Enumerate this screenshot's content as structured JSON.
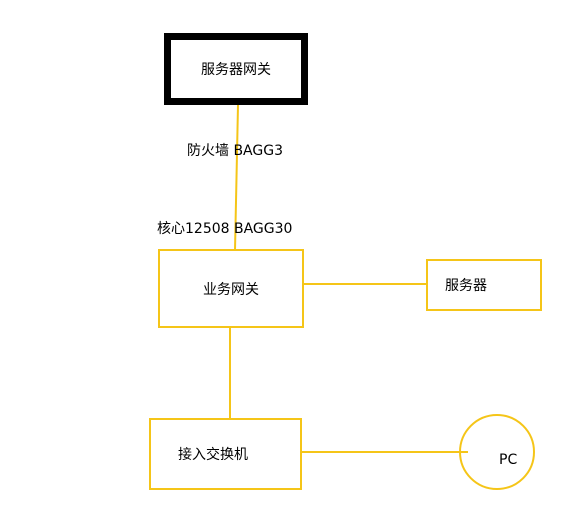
{
  "diagram": {
    "nodes": {
      "server_gateway": "服务器网关",
      "business_gateway": "业务网关",
      "server": "服务器",
      "access_switch": "接入交换机",
      "pc": "PC"
    },
    "edge_labels": {
      "firewall": "防火墙 BAGG3",
      "core": "核心12508   BAGG30"
    },
    "colors": {
      "connector": "#F5C518",
      "gateway_border": "#000000",
      "box_border": "#F5C518"
    }
  }
}
